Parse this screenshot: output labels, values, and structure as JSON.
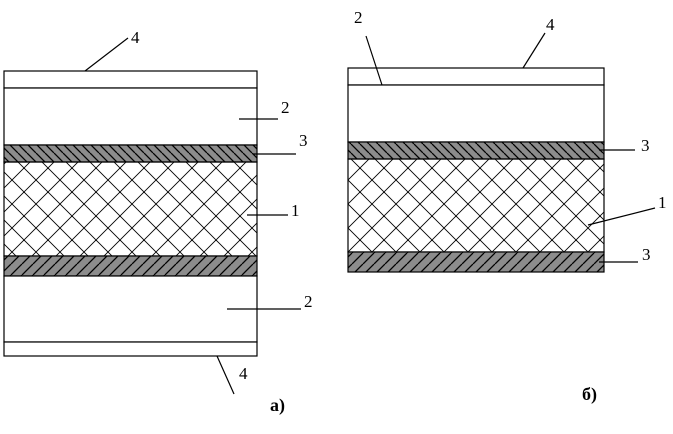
{
  "figure_a": {
    "caption": "а)",
    "labels": {
      "core": "1",
      "layer_2_top": "2",
      "layer_2_bottom": "2",
      "layer_3": "3",
      "layer_4_top": "4",
      "layer_4_bottom": "4"
    }
  },
  "figure_b": {
    "caption": "б)",
    "labels": {
      "core": "1",
      "layer_2": "2",
      "layer_3_top": "3",
      "layer_3_bottom": "3",
      "layer_4": "4"
    }
  },
  "colors": {
    "stroke": "#000000",
    "hatch_layer_fill": "#8c8c8c",
    "background": "#ffffff"
  }
}
